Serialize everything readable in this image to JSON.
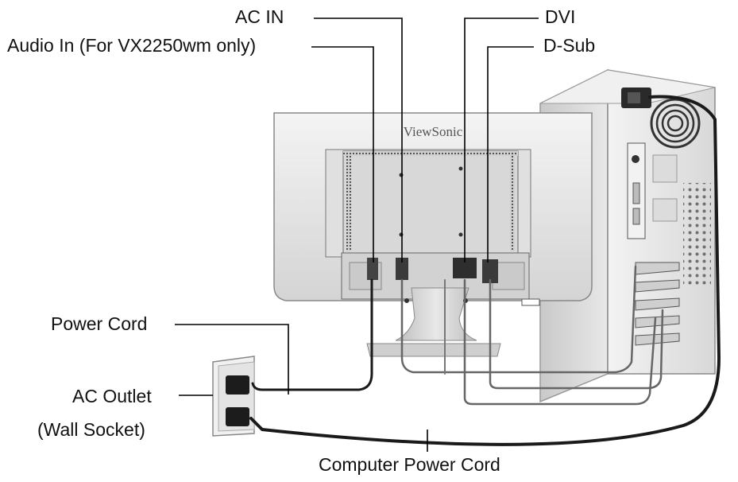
{
  "labels": {
    "ac_in": "AC IN",
    "audio_in": "Audio In (For VX2250wm only)",
    "dvi": "DVI",
    "dsub": "D-Sub",
    "power_cord": "Power Cord",
    "ac_outlet": "AC Outlet",
    "wall_socket": "(Wall Socket)",
    "computer_power_cord": "Computer Power Cord"
  },
  "monitor": {
    "brand": "ViewSonic"
  },
  "colors": {
    "cable_dark": "#1a1a1a",
    "cable_gray": "#777777",
    "monitor_body": "#e6e6e6",
    "pc_case": "#e3e3e3"
  }
}
